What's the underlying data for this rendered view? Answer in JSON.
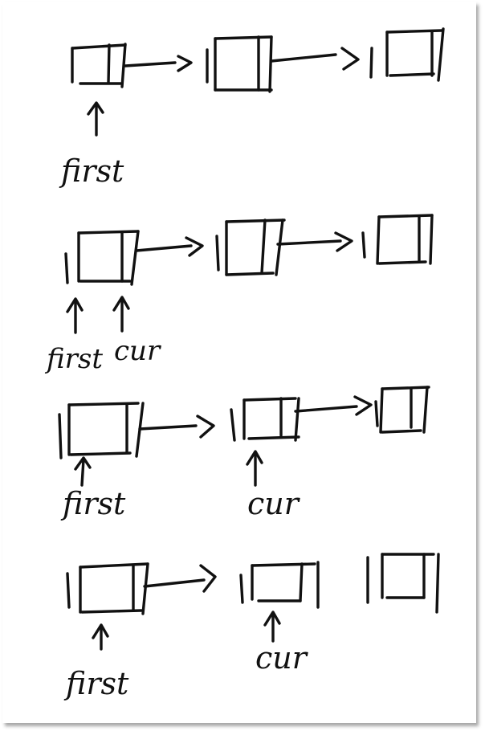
{
  "diagram": {
    "panels": [
      {
        "labels": [
          "first"
        ]
      },
      {
        "labels": [
          "first",
          "cur"
        ]
      },
      {
        "labels": [
          "first",
          "cur"
        ]
      },
      {
        "labels": [
          "first",
          "cur"
        ]
      }
    ]
  }
}
